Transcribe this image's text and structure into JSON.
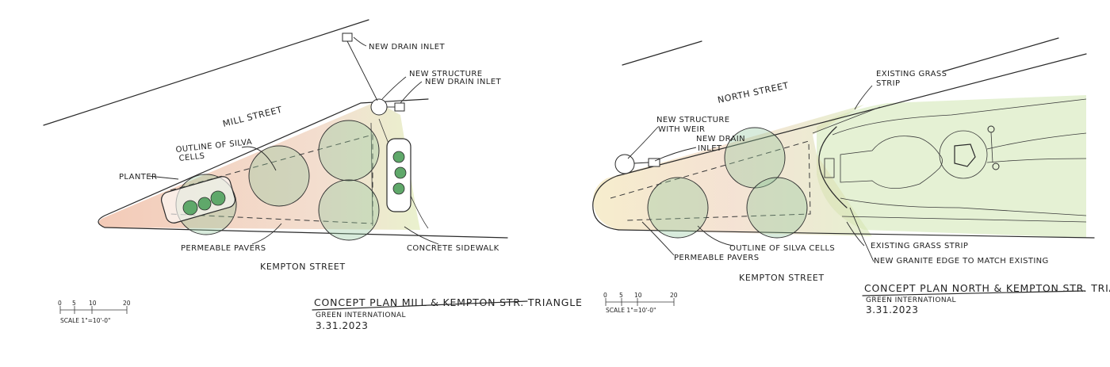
{
  "left_plan": {
    "labels": {
      "new_drain_inlet_top": "NEW DRAIN INLET",
      "new_structure": "NEW STRUCTURE",
      "new_drain_inlet": "NEW DRAIN INLET",
      "mill_street": "MILL STREET",
      "outline_silva_line1": "OUTLINE OF SILVA",
      "outline_silva_line2": "CELLS",
      "planter": "PLANTER",
      "permeable_pavers": "PERMEABLE PAVERS",
      "concrete_sidewalk": "CONCRETE SIDEWALK",
      "kempton_street": "KEMPTON STREET"
    },
    "title": "CONCEPT PLAN MILL & KEMPTON STR. TRIANGLE",
    "firm": "GREEN INTERNATIONAL",
    "date": "3.31.2023",
    "scale": {
      "ticks": [
        "0",
        "5",
        "10",
        "20"
      ],
      "label": "SCALE 1\"=10'-0\""
    }
  },
  "right_plan": {
    "labels": {
      "north_street": "NORTH STREET",
      "existing_grass_line1": "EXISTING GRASS",
      "existing_grass_line2": "STRIP",
      "new_structure_line1": "NEW STRUCTURE",
      "new_structure_line2": "WITH WEIR",
      "new_drain_line1": "NEW DRAIN",
      "new_drain_line2": "INLET",
      "outline_silva": "OUTLINE OF SILVA CELLS",
      "permeable_pavers": "PERMEABLE PAVERS",
      "existing_grass_strip": "EXISTING GRASS STRIP",
      "granite_edge": "NEW GRANITE EDGE TO MATCH EXISTING",
      "kempton_street": "KEMPTON STREET"
    },
    "title": "CONCEPT PLAN NORTH & KEMPTON STR. TRIANGLE",
    "firm": "GREEN INTERNATIONAL",
    "date": "3.31.2023",
    "scale": {
      "ticks": [
        "0",
        "5",
        "10",
        "20"
      ],
      "label": "SCALE 1\"=10'-0\""
    }
  },
  "colors": {
    "pavers": "#e8b59a",
    "tree": "#8fc79a",
    "grass": "#cfe6b0",
    "ink": "#2a2a2a"
  }
}
